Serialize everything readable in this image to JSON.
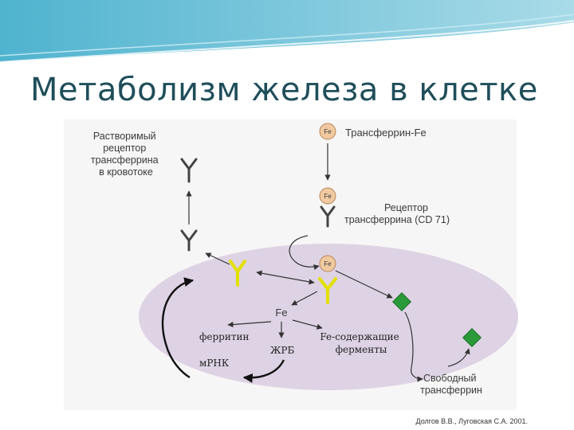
{
  "title": "Метаболизм железа в клетке",
  "labels": {
    "soluble_receptor": [
      "Растворимый",
      "рецептор",
      "трансферрина",
      "в кровотоке"
    ],
    "transferrin_fe": "Трансферрин-Fe",
    "receptor": [
      "Рецептор",
      "трансферрина (CD 71)"
    ],
    "fe_center": "Fe",
    "fe_badge": "Fe",
    "free_transferrin": [
      "Свободный",
      "трансферрин"
    ],
    "ferritin": "ферритин",
    "mrna": "мРНК",
    "irp": "ЖРБ",
    "fe_enzymes": [
      "Fe-содержащие",
      "ферменты"
    ]
  },
  "citation": "Долгов В.В., Луговская С.А. 2001.",
  "colors": {
    "cell": "#ddd3e4",
    "fe_circle": "#f0c9a0",
    "receptor_yellow": "#e8e600",
    "diamond_green": "#2a9a38",
    "arrow": "#333333"
  }
}
